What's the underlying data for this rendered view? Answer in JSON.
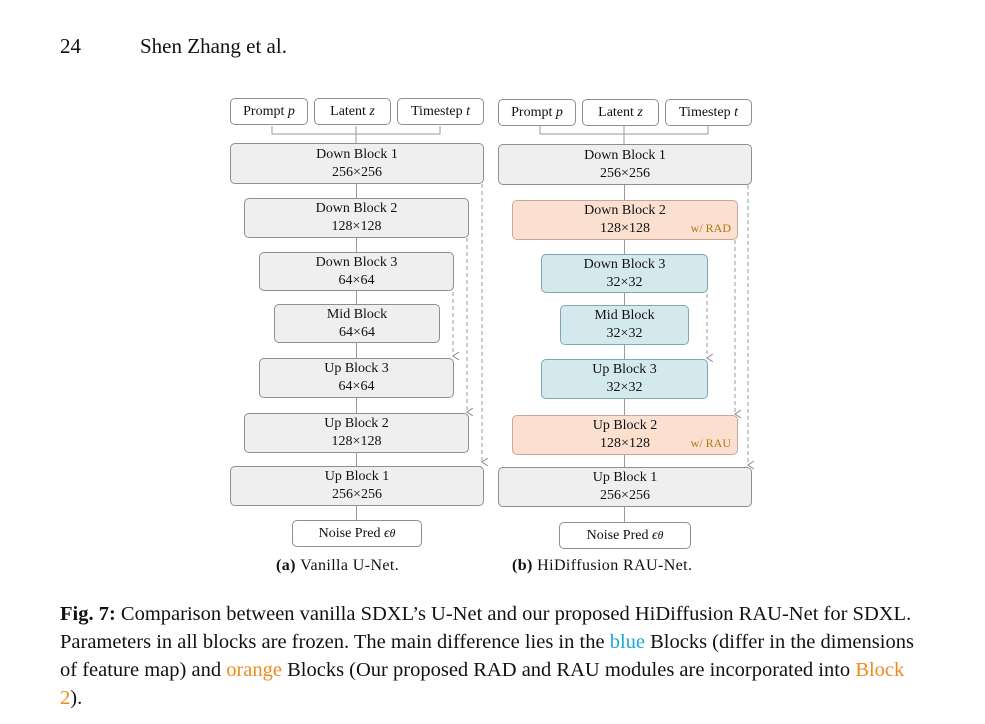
{
  "header": {
    "page_number": "24",
    "authors": "Shen Zhang et al."
  },
  "left": {
    "inputs": [
      {
        "label": "Prompt",
        "var": "p"
      },
      {
        "label": "Latent",
        "var": "z"
      },
      {
        "label": "Timestep",
        "var": "t"
      }
    ],
    "blocks": [
      {
        "name": "Down Block 1",
        "size": "256×256"
      },
      {
        "name": "Down Block 2",
        "size": "128×128"
      },
      {
        "name": "Down Block 3",
        "size": "64×64"
      },
      {
        "name": "Mid Block",
        "size": "64×64"
      },
      {
        "name": "Up Block 3",
        "size": "64×64"
      },
      {
        "name": "Up Block 2",
        "size": "128×128"
      },
      {
        "name": "Up Block 1",
        "size": "256×256"
      }
    ],
    "output": {
      "label": "Noise Pred",
      "var": "ϵ",
      "sub": "θ"
    },
    "caption_letter": "(a)",
    "caption_text": "Vanilla U-Net."
  },
  "right": {
    "inputs": [
      {
        "label": "Prompt",
        "var": "p"
      },
      {
        "label": "Latent",
        "var": "z"
      },
      {
        "label": "Timestep",
        "var": "t"
      }
    ],
    "blocks": [
      {
        "name": "Down Block 1",
        "size": "256×256"
      },
      {
        "name": "Down Block 2",
        "size": "128×128",
        "tag": "w/ RAD"
      },
      {
        "name": "Down Block 3",
        "size": "32×32"
      },
      {
        "name": "Mid Block",
        "size": "32×32"
      },
      {
        "name": "Up Block 3",
        "size": "32×32"
      },
      {
        "name": "Up Block 2",
        "size": "128×128",
        "tag": "w/ RAU"
      },
      {
        "name": "Up Block 1",
        "size": "256×256"
      }
    ],
    "output": {
      "label": "Noise Pred",
      "var": "ϵ",
      "sub": "θ"
    },
    "caption_letter": "(b)",
    "caption_text": "HiDiffusion RAU-Net."
  },
  "figure": {
    "label": "Fig. 7:",
    "text_1": " Comparison between vanilla SDXL’s U-Net and our proposed HiDiffusion RAU-Net for SDXL. Parameters in all blocks are frozen. The main difference lies in the ",
    "word_blue": "blue",
    "text_2": " Blocks (differ in the dimensions of feature map) and ",
    "word_orange": "orange",
    "text_3": " Blocks (Our proposed RAD and RAU modules are incorporated into ",
    "word_block2": "Block 2",
    "text_4": ")."
  },
  "colors": {
    "gray_block": "#efefef",
    "orange_block": "#fbe0d0",
    "blue_block": "#d4e9ee",
    "blue_text": "#1ea7d6",
    "orange_text": "#f08a1c",
    "tag_text": "#b2741a"
  }
}
